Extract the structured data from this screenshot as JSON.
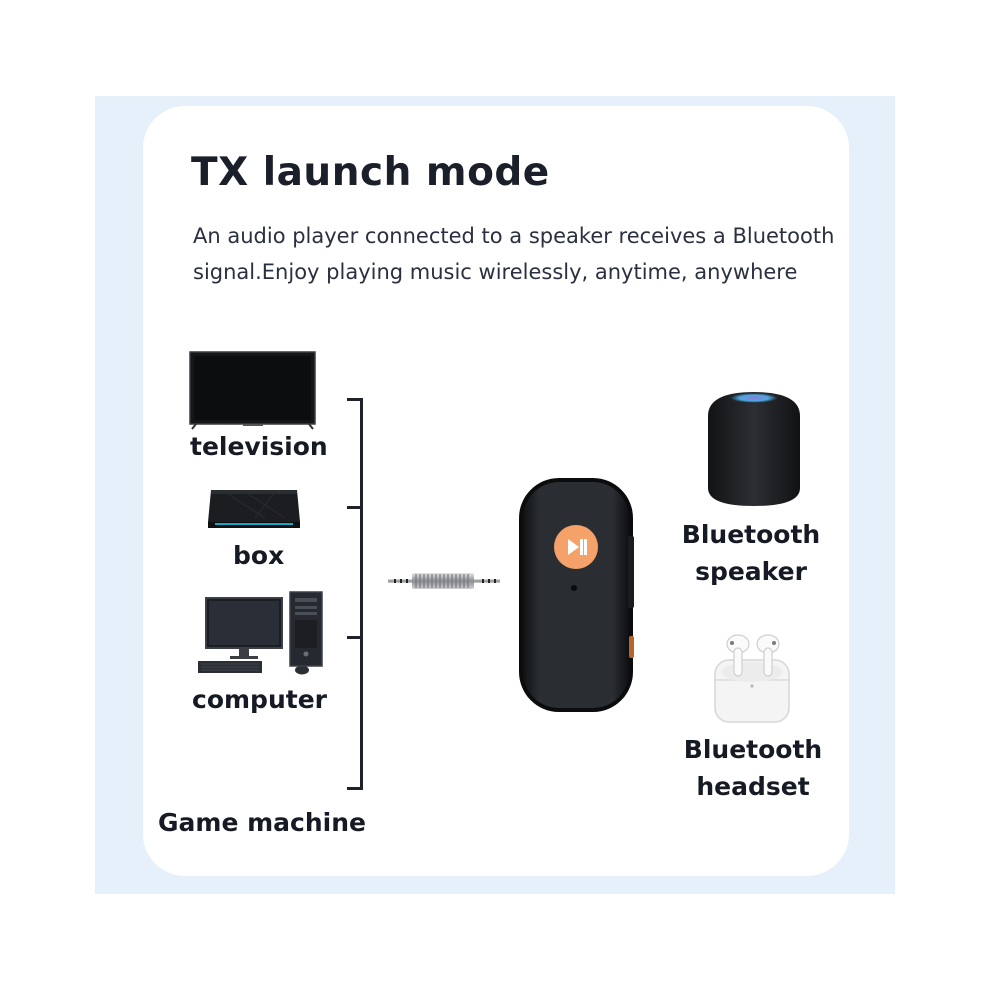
{
  "title": "TX launch mode",
  "subtitle": "An audio player connected to a speaker receives a Bluetooth signal.Enjoy playing music wirelessly, anytime, anywhere",
  "sources": {
    "television": "television",
    "box": "box",
    "computer": "computer",
    "game_machine": "Game machine"
  },
  "receivers": {
    "speaker_line1": "Bluetooth",
    "speaker_line2": "speaker",
    "headset_line1": "Bluetooth",
    "headset_line2": "headset"
  },
  "colors": {
    "frame": "#e5f0fb",
    "accent_button": "#f5a26a",
    "device_body": "#1d2024"
  }
}
